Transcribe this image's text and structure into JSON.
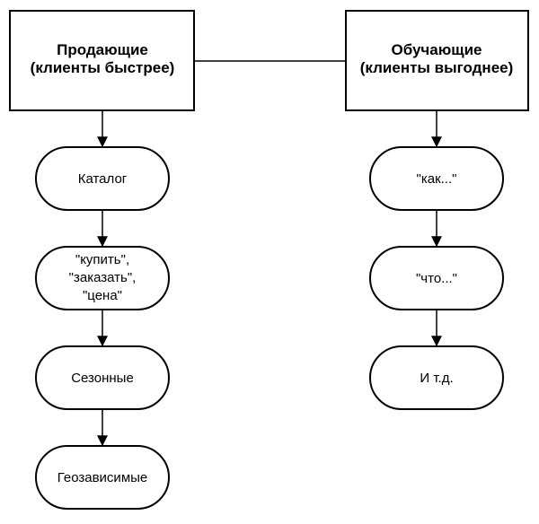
{
  "diagram": {
    "left_column": {
      "header": [
        "Продающие",
        "(клиенты быстрее)"
      ],
      "items": [
        [
          "Каталог"
        ],
        [
          "\"купить\",",
          "\"заказать\",",
          "\"цена\""
        ],
        [
          "Сезонные"
        ],
        [
          "Геозависимые"
        ]
      ]
    },
    "right_column": {
      "header": [
        "Обучающие",
        "(клиенты выгоднее)"
      ],
      "items": [
        [
          "\"как...\""
        ],
        [
          "\"что...\""
        ],
        [
          "И т.д."
        ]
      ]
    }
  }
}
